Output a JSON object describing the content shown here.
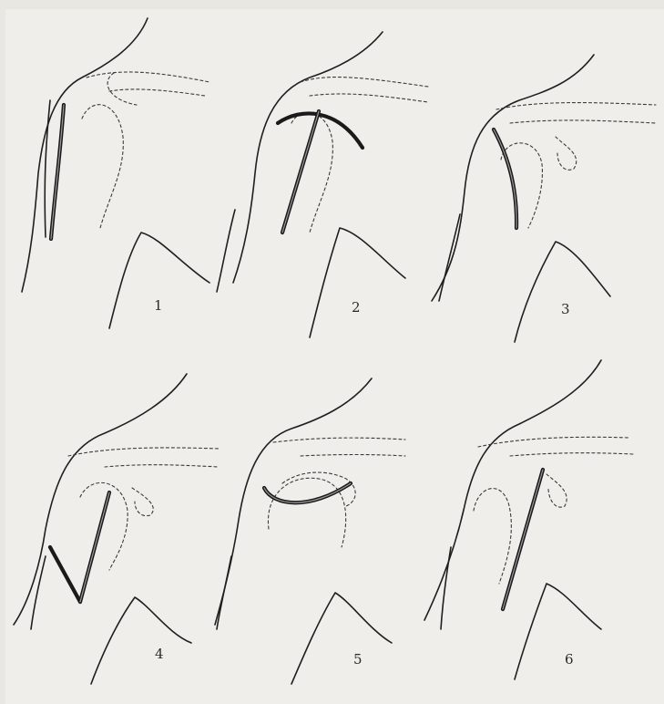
{
  "figure": {
    "panels": [
      {
        "label": "1",
        "incision": "straight-vertical"
      },
      {
        "label": "2",
        "incision": "arc-with-vertical"
      },
      {
        "label": "3",
        "incision": "curved-vertical"
      },
      {
        "label": "4",
        "incision": "v-shaped"
      },
      {
        "label": "5",
        "incision": "transverse-arc"
      },
      {
        "label": "6",
        "incision": "oblique-straight"
      }
    ]
  },
  "colors": {
    "paper": "#efeeea",
    "ink": "#1f1f1f"
  }
}
